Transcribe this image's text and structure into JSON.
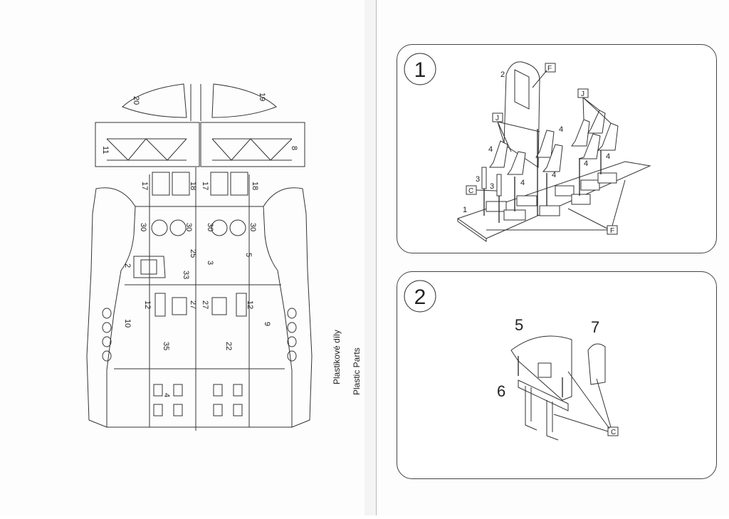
{
  "sprue_sheet": {
    "title_cz": "Plastikové díly",
    "title_en": "Plastic Parts",
    "part_labels": [
      "20",
      "19",
      "11",
      "8",
      "17",
      "18",
      "17",
      "18",
      "30",
      "30",
      "30",
      "30",
      "2",
      "25",
      "3",
      "33",
      "5",
      "12",
      "27",
      "27",
      "12",
      "10",
      "9",
      "35",
      "22",
      "4"
    ]
  },
  "steps": [
    {
      "number": "1",
      "labels": {
        "door": "2",
        "floor": "1",
        "pedal": "3",
        "pedal2": "3",
        "seat": "4"
      },
      "callouts": [
        "F",
        "J",
        "J",
        "C",
        "F"
      ]
    },
    {
      "number": "2",
      "labels": {
        "bulkhead": "5",
        "cushion": "7",
        "bench": "6"
      },
      "callouts": [
        "C"
      ]
    }
  ]
}
